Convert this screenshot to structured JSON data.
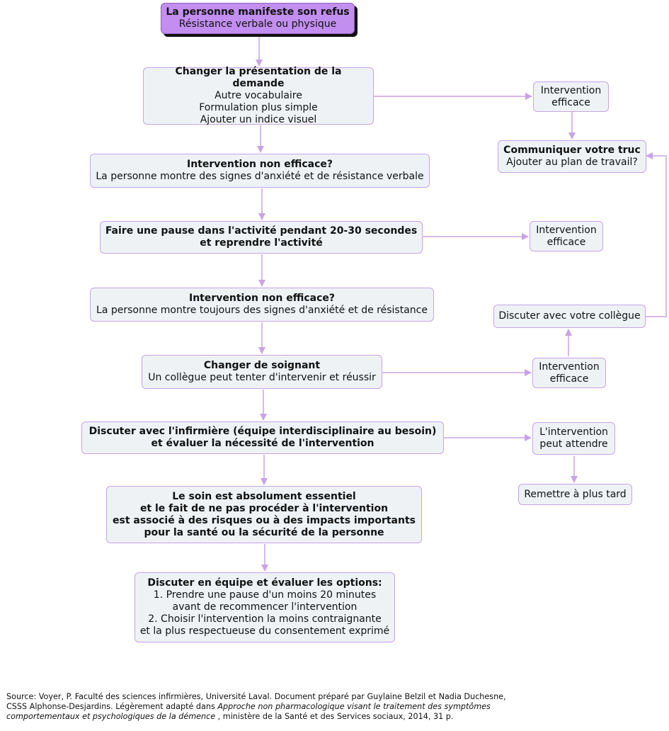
{
  "boxes": {
    "refusal": {
      "title": "La personne manifeste son refus",
      "lines": [
        "Résistance verbale ou physique"
      ]
    },
    "change_presentation": {
      "title": "Changer la présentation de la demande",
      "lines": [
        "Autre vocabulaire",
        "Formulation plus simple",
        "Ajouter un indice visuel"
      ]
    },
    "effective_1": {
      "lines": [
        "Intervention",
        "efficace"
      ]
    },
    "communicate": {
      "title": "Communiquer votre truc",
      "lines": [
        "Ajouter au plan de travail?"
      ]
    },
    "not_effective_1": {
      "title": "Intervention non efficace?",
      "lines": [
        "La personne montre des signes d'anxiété et de résistance verbale"
      ]
    },
    "pause": {
      "title_lines": [
        "Faire une pause dans l'activité pendant 20-30 secondes",
        "et reprendre l'activité"
      ]
    },
    "effective_2": {
      "lines": [
        "Intervention",
        "efficace"
      ]
    },
    "not_effective_2": {
      "title": "Intervention non efficace?",
      "lines": [
        "La personne montre toujours des signes d'anxiété et de résistance"
      ]
    },
    "discuss_colleague": {
      "lines": [
        "Discuter avec votre collègue"
      ]
    },
    "change_caregiver": {
      "title": "Changer de soignant",
      "lines": [
        "Un collègue peut tenter d'intervenir et réussir"
      ]
    },
    "effective_3": {
      "lines": [
        "Intervention",
        "efficace"
      ]
    },
    "discuss_nurse": {
      "title_lines": [
        "Discuter avec l'infirmière (équipe interdisciplinaire au besoin)",
        "et évaluer la nécessité de l'intervention"
      ]
    },
    "can_wait": {
      "lines": [
        "L'intervention",
        "peut attendre"
      ]
    },
    "postpone": {
      "lines": [
        "Remettre à plus tard"
      ]
    },
    "essential": {
      "title_lines": [
        "Le soin est absolument essentiel",
        "et le fait de ne pas procéder à l'intervention",
        "est associé à des risques ou à des impacts importants",
        "pour la santé ou la sécurité de la personne"
      ]
    },
    "team_options": {
      "title": "Discuter en équipe et évaluer les options:",
      "lines": [
        "1. Prendre une pause d'un moins 20 minutes",
        "avant de recommencer l'intervention",
        "2. Choisir l'intervention la moins contraignante",
        "et la plus respectueuse du consentement exprimé"
      ]
    }
  },
  "source": {
    "line1": "Source: Voyer, P. Faculté des sciences infirmières, Université Laval. Document préparé par Guylaine Belzil et Nadia Duchesne,",
    "line2_plain": "CSSS Alphonse-Desjardins. Légèrement adapté dans ",
    "line2_italic": "Approche non pharmacologique visant le traitement des symptômes",
    "line3_italic": "comportementaux et psychologiques de la démence",
    "line3_plain": " , ministère de la Santé et des Services sociaux, 2014, 31 p."
  },
  "colors": {
    "arrow": "#c9a3e6",
    "box_fill": "#eef2f5",
    "start_fill": "#c28ff0"
  }
}
